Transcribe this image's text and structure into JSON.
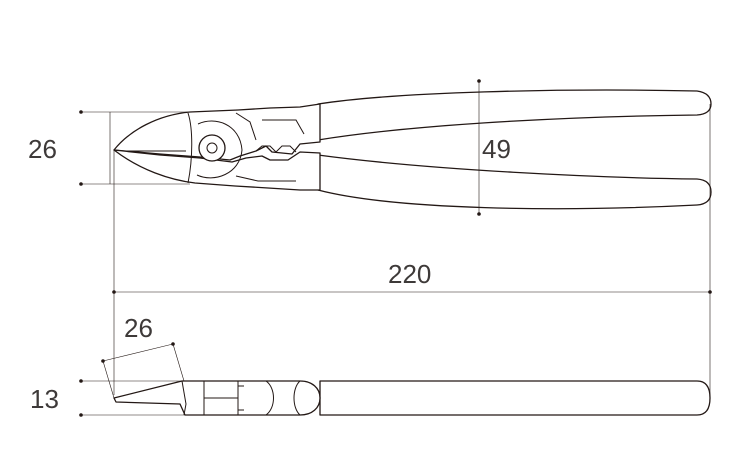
{
  "dimensions": {
    "jaw_width": "26",
    "handle_spread": "49",
    "overall_length": "220",
    "side_blade_length": "26",
    "thickness": "13"
  },
  "colors": {
    "line": "#231815",
    "text": "#3e3a39",
    "background": "#ffffff"
  }
}
